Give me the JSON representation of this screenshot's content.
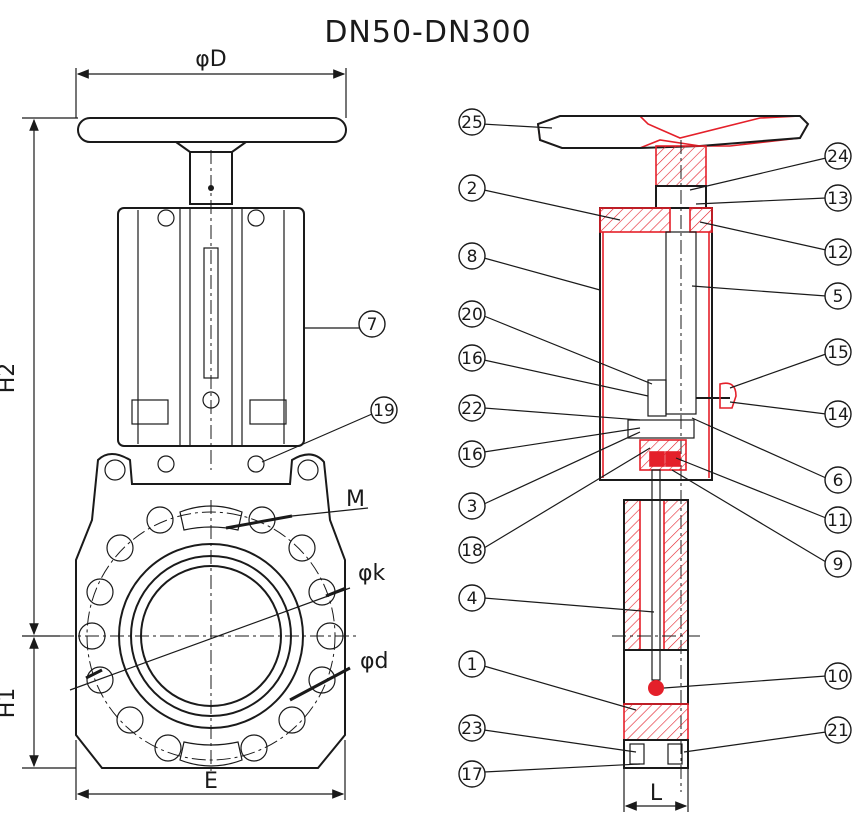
{
  "title": "DN50-DN300",
  "dimensions": {
    "phiD": "φD",
    "H2": "H2",
    "H1": "H1",
    "E": "E",
    "M": "M",
    "phik": "φk",
    "phid": "φd",
    "L": "L"
  },
  "callouts_left": [
    "7",
    "19"
  ],
  "callouts_right": [
    "25",
    "24",
    "2",
    "13",
    "12",
    "8",
    "5",
    "20",
    "15",
    "16",
    "14",
    "22",
    "16",
    "6",
    "3",
    "11",
    "18",
    "9",
    "4",
    "1",
    "10",
    "23",
    "21",
    "17"
  ],
  "colors": {
    "line": "#1a1a1a",
    "section": "#e4202a"
  }
}
